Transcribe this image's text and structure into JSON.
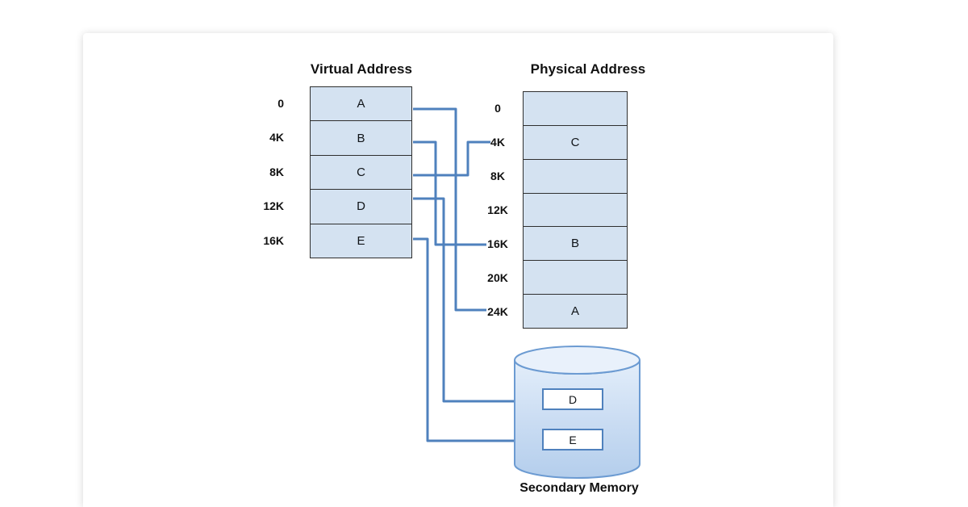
{
  "diagram": {
    "virtual_memory": {
      "title": "Virtual Address",
      "rows": [
        {
          "address": "0",
          "page": "A"
        },
        {
          "address": "4K",
          "page": "B"
        },
        {
          "address": "8K",
          "page": "C"
        },
        {
          "address": "12K",
          "page": "D"
        },
        {
          "address": "16K",
          "page": "E"
        }
      ]
    },
    "physical_memory": {
      "title": "Physical Address",
      "rows": [
        {
          "address": "0",
          "frame": ""
        },
        {
          "address": "4K",
          "frame": "C"
        },
        {
          "address": "8K",
          "frame": ""
        },
        {
          "address": "12K",
          "frame": ""
        },
        {
          "address": "16K",
          "frame": "B"
        },
        {
          "address": "20K",
          "frame": ""
        },
        {
          "address": "24K",
          "frame": "A"
        }
      ]
    },
    "secondary_memory": {
      "title": "Secondary Memory",
      "blocks": [
        {
          "label": "D"
        },
        {
          "label": "E"
        }
      ]
    },
    "mappings": [
      {
        "from": "virtual:A",
        "to": "physical:24K"
      },
      {
        "from": "virtual:B",
        "to": "physical:16K"
      },
      {
        "from": "virtual:C",
        "to": "physical:4K"
      },
      {
        "from": "virtual:D",
        "to": "secondary:D"
      },
      {
        "from": "virtual:E",
        "to": "secondary:E"
      }
    ],
    "colors": {
      "cell_fill": "#d4e2f1",
      "cell_border": "#2f2f2f",
      "connector": "#4f81bd",
      "cylinder_stroke": "#6c9bd2",
      "text": "#111111"
    }
  }
}
